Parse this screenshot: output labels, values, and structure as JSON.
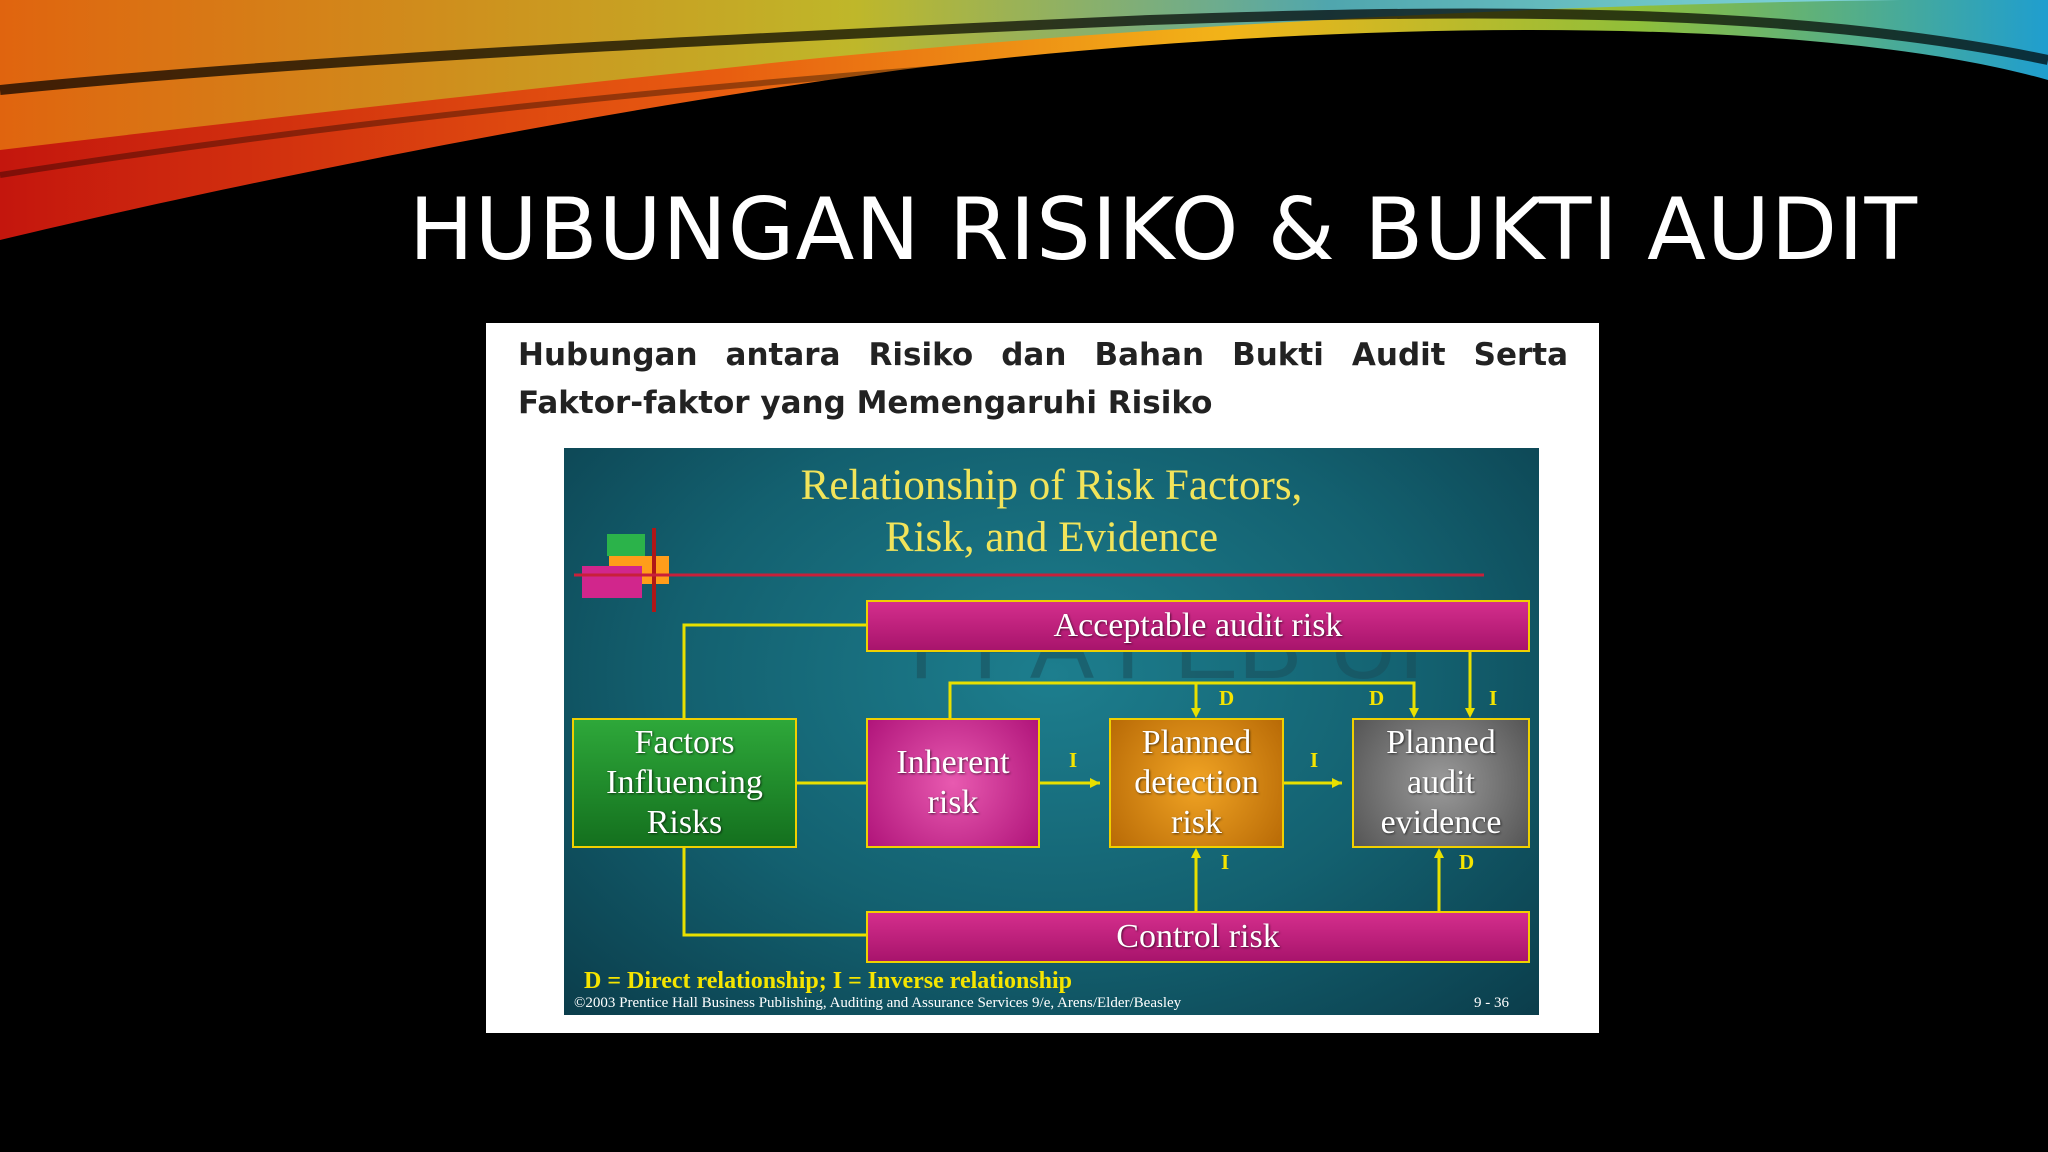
{
  "slide": {
    "title": "HUBUNGAN RISIKO & BUKTI AUDIT"
  },
  "card": {
    "caption": "Hubungan antara Risiko dan Bahan Bukti Audit Serta Faktor-faktor yang Memengaruhi Risiko"
  },
  "diagram": {
    "title_line1": "Relationship of Risk Factors,",
    "title_line2": "Risk, and Evidence",
    "watermark": "PPA FEB UI",
    "nodes": {
      "acceptable_audit_risk": "Acceptable audit risk",
      "factors_influencing_risks": "Factors Influencing Risks",
      "inherent_risk": "Inherent risk",
      "planned_detection_risk": "Planned detection risk",
      "planned_audit_evidence": "Planned audit evidence",
      "control_risk": "Control risk"
    },
    "edge_labels": {
      "aar_to_detection": "D",
      "aar_to_evidence_d": "D",
      "aar_to_evidence_i": "I",
      "inherent_to_detection": "I",
      "detection_to_evidence": "I",
      "control_to_detection": "I",
      "control_to_evidence": "D"
    },
    "legend": "D = Direct relationship; I = Inverse relationship",
    "copyright": "©2003 Prentice Hall Business Publishing, Auditing and Assurance Services 9/e, Arens/Elder/Beasley",
    "page_ref": "9 - 36",
    "colors": {
      "background": "#13606f",
      "magenta_box": "#c1207e",
      "green_box": "#1f8a2a",
      "orange_box": "#d9820a",
      "gray_box": "#6e6e6e",
      "title_yellow": "#f2e45a",
      "line_yellow": "#e8e000"
    }
  }
}
